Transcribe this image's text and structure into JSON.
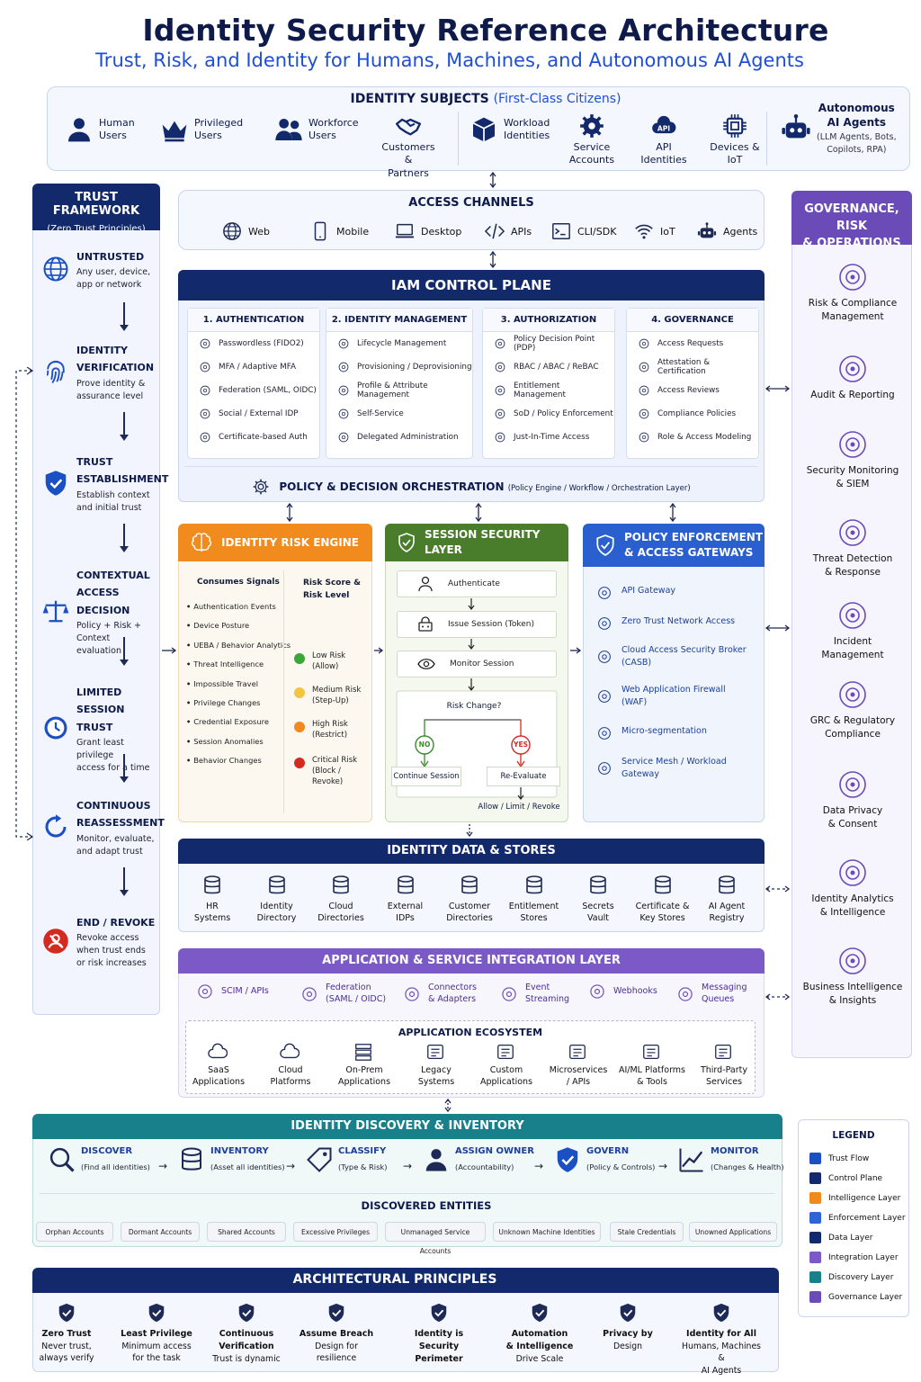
{
  "title": "Identity Security Reference Architecture",
  "subtitle": "Trust, Risk, and Identity for Humans, Machines, and Autonomous AI Agents",
  "subjects": {
    "title": "IDENTITY SUBJECTS",
    "title_note": "(First-Class Citizens)",
    "items": [
      {
        "label": "Human\nUsers",
        "icon": "person-icon"
      },
      {
        "label": "Privileged\nUsers",
        "icon": "crown-icon"
      },
      {
        "label": "Workforce\nUsers",
        "icon": "group-icon"
      },
      {
        "label": "Customers &\nPartners",
        "icon": "handshake-icon"
      },
      {
        "label": "Workload\nIdentities",
        "icon": "cube-icon"
      },
      {
        "label": "Service\nAccounts",
        "icon": "gear-icon"
      },
      {
        "label": "API\nIdentities",
        "icon": "api-cloud-icon",
        "badge": "API"
      },
      {
        "label": "Devices &\nIoT",
        "icon": "chip-icon"
      }
    ],
    "ai": {
      "title": "Autonomous\nAI Agents",
      "note": "(LLM Agents, Bots,\nCopilots, RPA)",
      "icon": "robot-icon"
    }
  },
  "trust_framework": {
    "title": "TRUST FRAMEWORK",
    "subtitle": "(Zero Trust Principles)",
    "steps": [
      {
        "title": "UNTRUSTED",
        "desc": "Any user, device,\napp or network",
        "icon": "globe-icon"
      },
      {
        "title": "IDENTITY\nVERIFICATION",
        "desc": "Prove identity &\nassurance level",
        "icon": "fingerprint-icon"
      },
      {
        "title": "TRUST\nESTABLISHMENT",
        "desc": "Establish context\nand initial trust",
        "icon": "shield-check-icon"
      },
      {
        "title": "CONTEXTUAL\nACCESS DECISION",
        "desc": "Policy + Risk +\nContext evaluation",
        "icon": "scales-icon"
      },
      {
        "title": "LIMITED\nSESSION TRUST",
        "desc": "Grant least privilege\naccess for a time",
        "icon": "clock-icon"
      },
      {
        "title": "CONTINUOUS\nREASSESSMENT",
        "desc": "Monitor, evaluate,\nand adapt trust",
        "icon": "refresh-icon"
      },
      {
        "title": "END / REVOKE",
        "desc": "Revoke access\nwhen trust ends\nor risk increases",
        "icon": "revoke-icon"
      }
    ]
  },
  "governance": {
    "title": "GOVERNANCE, RISK\n& OPERATIONS",
    "items": [
      {
        "label": "Risk & Compliance\nManagement",
        "icon": "target-icon"
      },
      {
        "label": "Audit & Reporting",
        "icon": "report-icon"
      },
      {
        "label": "Security Monitoring\n& SIEM",
        "icon": "monitor-icon"
      },
      {
        "label": "Threat Detection\n& Response",
        "icon": "threat-icon"
      },
      {
        "label": "Incident\nManagement",
        "icon": "incident-icon"
      },
      {
        "label": "GRC & Regulatory\nCompliance",
        "icon": "grc-icon"
      },
      {
        "label": "Data Privacy\n& Consent",
        "icon": "privacy-icon"
      },
      {
        "label": "Identity Analytics\n& Intelligence",
        "icon": "analytics-icon"
      },
      {
        "label": "Business Intelligence\n& Insights",
        "icon": "bi-icon"
      }
    ]
  },
  "access_channels": {
    "title": "ACCESS CHANNELS",
    "items": [
      {
        "label": "Web",
        "icon": "globe-icon"
      },
      {
        "label": "Mobile",
        "icon": "mobile-icon"
      },
      {
        "label": "Desktop",
        "icon": "laptop-icon"
      },
      {
        "label": "APIs",
        "icon": "code-icon"
      },
      {
        "label": "CLI/SDK",
        "icon": "terminal-icon"
      },
      {
        "label": "IoT",
        "icon": "wifi-icon"
      },
      {
        "label": "Agents",
        "icon": "robot-icon"
      }
    ]
  },
  "iam": {
    "title": "IAM CONTROL PLANE",
    "columns": [
      {
        "title": "1. AUTHENTICATION",
        "items": [
          "Passwordless (FIDO2)",
          "MFA / Adaptive MFA",
          "Federation (SAML, OIDC)",
          "Social / External IDP",
          "Certificate-based Auth"
        ]
      },
      {
        "title": "2. IDENTITY MANAGEMENT",
        "items": [
          "Lifecycle Management",
          "Provisioning / Deprovisioning",
          "Profile & Attribute Management",
          "Self-Service",
          "Delegated Administration"
        ]
      },
      {
        "title": "3. AUTHORIZATION",
        "items": [
          "Policy Decision Point (PDP)",
          "RBAC / ABAC / ReBAC",
          "Entitlement Management",
          "SoD / Policy Enforcement",
          "Just-In-Time Access"
        ]
      },
      {
        "title": "4. GOVERNANCE",
        "items": [
          "Access Requests",
          "Attestation & Certification",
          "Access Reviews",
          "Compliance Policies",
          "Role & Access Modeling"
        ]
      }
    ],
    "orchestration": "POLICY & DECISION ORCHESTRATION",
    "orchestration_note": "(Policy Engine / Workflow / Orchestration Layer)"
  },
  "risk_engine": {
    "title": "IDENTITY RISK ENGINE",
    "signals_title": "Consumes Signals",
    "signals": [
      "Authentication Events",
      "Device Posture",
      "UEBA / Behavior Analytics",
      "Threat Intelligence",
      "Impossible Travel",
      "Privilege Changes",
      "Credential Exposure",
      "Session Anomalies",
      "Behavior Changes"
    ],
    "score_title": "Risk Score &\nRisk Level",
    "levels": [
      {
        "label": "Low Risk\n(Allow)",
        "color": "#3aa637"
      },
      {
        "label": "Medium Risk\n(Step-Up)",
        "color": "#f2c53d"
      },
      {
        "label": "High Risk\n(Restrict)",
        "color": "#f08a1c"
      },
      {
        "label": "Critical Risk\n(Block / Revoke)",
        "color": "#d42a20"
      }
    ]
  },
  "session_layer": {
    "title": "SESSION SECURITY LAYER",
    "steps": [
      "Authenticate",
      "Issue Session (Token)",
      "Monitor Session"
    ],
    "decision": "Risk Change?",
    "no": "NO",
    "yes": "YES",
    "no_action": "Continue Session",
    "yes_action": "Re-Evaluate",
    "final": "Allow / Limit / Revoke"
  },
  "enforcement": {
    "title": "POLICY ENFORCEMENT\n& ACCESS GATEWAYS",
    "items": [
      "API Gateway",
      "Zero Trust Network Access",
      "Cloud Access Security Broker\n(CASB)",
      "Web Application Firewall\n(WAF)",
      "Micro-segmentation",
      "Service Mesh / Workload\nGateway"
    ]
  },
  "data_stores": {
    "title": "IDENTITY DATA & STORES",
    "items": [
      "HR\nSystems",
      "Identity\nDirectory",
      "Cloud\nDirectories",
      "External\nIDPs",
      "Customer\nDirectories",
      "Entitlement\nStores",
      "Secrets\nVault",
      "Certificate &\nKey Stores",
      "AI Agent\nRegistry"
    ]
  },
  "integration": {
    "title": "APPLICATION & SERVICE INTEGRATION LAYER",
    "items": [
      "SCIM / APIs",
      "Federation\n(SAML / OIDC)",
      "Connectors\n& Adapters",
      "Event\nStreaming",
      "Webhooks",
      "Messaging\nQueues"
    ],
    "ecosystem_title": "APPLICATION ECOSYSTEM",
    "ecosystem": [
      "SaaS\nApplications",
      "Cloud\nPlatforms",
      "On-Prem\nApplications",
      "Legacy\nSystems",
      "Custom\nApplications",
      "Microservices\n/ APIs",
      "AI/ML Platforms\n& Tools",
      "Third-Party\nServices"
    ]
  },
  "discovery": {
    "title": "IDENTITY DISCOVERY & INVENTORY",
    "steps": [
      {
        "title": "DISCOVER",
        "desc": "(Find all identities)"
      },
      {
        "title": "INVENTORY",
        "desc": "(Asset all identities)"
      },
      {
        "title": "CLASSIFY",
        "desc": "(Type & Risk)"
      },
      {
        "title": "ASSIGN OWNER",
        "desc": "(Accountability)"
      },
      {
        "title": "GOVERN",
        "desc": "(Policy & Controls)"
      },
      {
        "title": "MONITOR",
        "desc": "(Changes & Health)"
      }
    ],
    "entities_title": "DISCOVERED ENTITIES",
    "entities": [
      "Orphan Accounts",
      "Dormant Accounts",
      "Shared Accounts",
      "Excessive Privileges",
      "Unmanaged Service Accounts",
      "Unknown Machine Identities",
      "Stale Credentials",
      "Unowned Applications"
    ]
  },
  "principles": {
    "title": "ARCHITECTURAL PRINCIPLES",
    "items": [
      {
        "title": "Zero Trust",
        "desc": "Never trust,\nalways verify"
      },
      {
        "title": "Least Privilege",
        "desc": "Minimum access\nfor the task"
      },
      {
        "title": "Continuous\nVerification",
        "desc": "Trust is dynamic"
      },
      {
        "title": "Assume Breach",
        "desc": "Design for\nresilience"
      },
      {
        "title": "Identity is\nSecurity Perimeter",
        "desc": ""
      },
      {
        "title": "Automation\n& Intelligence",
        "desc": "Drive Scale"
      },
      {
        "title": "Privacy by",
        "desc": "Design"
      },
      {
        "title": "Identity for All",
        "desc": "Humans, Machines &\nAI Agents"
      }
    ]
  },
  "legend": {
    "title": "LEGEND",
    "items": [
      {
        "label": "Trust Flow",
        "color": "#1b4fc4"
      },
      {
        "label": "Control Plane",
        "color": "#12296b"
      },
      {
        "label": "Intelligence Layer",
        "color": "#f08a1c"
      },
      {
        "label": "Enforcement Layer",
        "color": "#2f64d6"
      },
      {
        "label": "Data Layer",
        "color": "#12296b"
      },
      {
        "label": "Integration Layer",
        "color": "#7b5ac7"
      },
      {
        "label": "Discovery Layer",
        "color": "#17808a"
      },
      {
        "label": "Governance Layer",
        "color": "#6a4bb8"
      }
    ]
  }
}
